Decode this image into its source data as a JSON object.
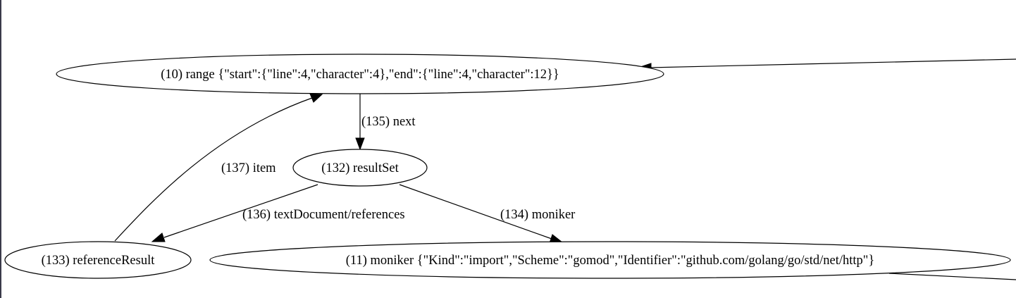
{
  "graph": {
    "nodes": {
      "range10": {
        "label": "(10) range {\"start\":{\"line\":4,\"character\":4},\"end\":{\"line\":4,\"character\":12}}"
      },
      "resultset132": {
        "label": "(132) resultSet"
      },
      "referenceresult133": {
        "label": "(133) referenceResult"
      },
      "moniker11": {
        "label": "(11) moniker {\"Kind\":\"import\",\"Scheme\":\"gomod\",\"Identifier\":\"github.com/golang/go/std/net/http\"}"
      }
    },
    "edges": {
      "next135": {
        "label": "(135) next",
        "from": "range10",
        "to": "resultset132"
      },
      "item137": {
        "label": "(137) item",
        "from": "referenceresult133",
        "to": "range10"
      },
      "references136": {
        "label": "(136) textDocument/references",
        "from": "resultset132",
        "to": "referenceresult133"
      },
      "moniker134": {
        "label": "(134) moniker",
        "from": "resultset132",
        "to": "moniker11"
      },
      "offscreen_in": {
        "label": "",
        "from": "",
        "to": "range10"
      },
      "offscreen_out": {
        "label": "",
        "from": "moniker11",
        "to": ""
      }
    }
  },
  "colors": {
    "background": "#ffffff",
    "stroke": "#000000",
    "left_border": "#3a3a4a"
  }
}
